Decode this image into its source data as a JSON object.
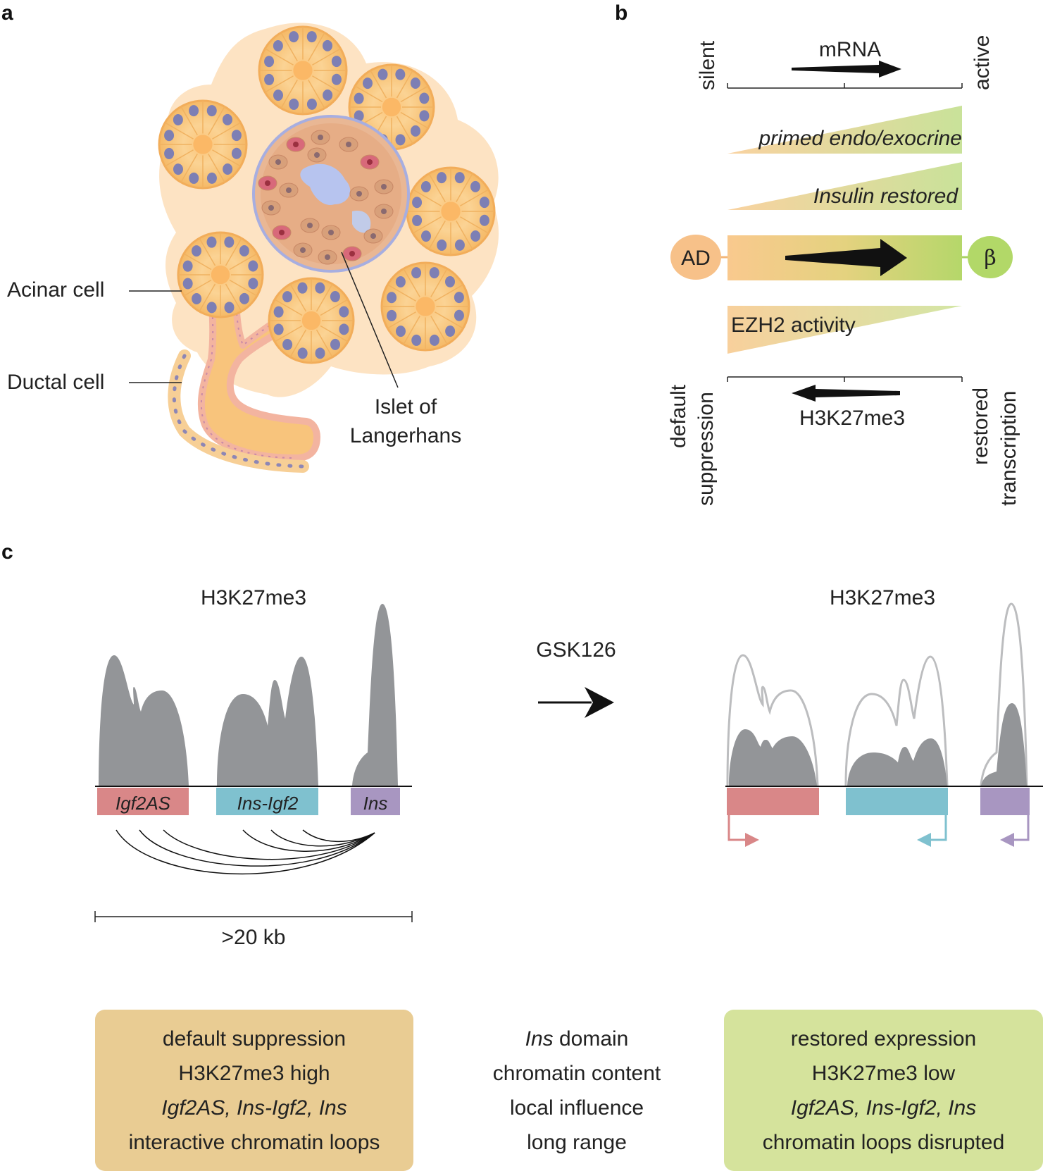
{
  "panel_a": {
    "letter": "a",
    "acinar_label": "Acinar cell",
    "ductal_label": "Ductal cell",
    "islet_label_line1": "Islet of",
    "islet_label_line2": "Langerhans"
  },
  "panel_b": {
    "letter": "b",
    "mrna_label": "mRNA",
    "silent_label": "silent",
    "active_label": "active",
    "primed_label": "primed endo/exocrine",
    "insulin_label": "Insulin restored",
    "ad_label": "AD",
    "beta_label": "β",
    "ezh2_label": "EZH2 activity",
    "h3k27me3_label": "H3K27me3",
    "default_line1": "default",
    "default_line2": "suppression",
    "restored_line1": "restored",
    "restored_line2": "transcription",
    "colors": {
      "orange": "#f9c98e",
      "green": "#b8d96a",
      "dark_green": "#a8d264"
    }
  },
  "panel_c": {
    "letter": "c",
    "left_title": "H3K27me3",
    "right_title": "H3K27me3",
    "treatment_label": "GSK126",
    "gene_igf2as": "Igf2AS",
    "gene_ins_igf2": "Ins-Igf2",
    "gene_ins": "Ins",
    "scale_label": ">20 kb",
    "colors": {
      "igf2as": "#d98788",
      "ins_igf2": "#7fc1cf",
      "ins": "#a896c1",
      "peak": "#939598"
    }
  },
  "boxes": {
    "left": {
      "line1": "default suppression",
      "line2": "H3K27me3 high",
      "line3": "Igf2AS, Ins-Igf2, Ins",
      "line4": "interactive chromatin loops"
    },
    "middle": {
      "line1_italic": "Ins",
      "line1_rest": " domain",
      "line2": "chromatin content",
      "line3": "local influence",
      "line4": "long range"
    },
    "right": {
      "line1": "restored expression",
      "line2": "H3K27me3 low",
      "line3": "Igf2AS, Ins-Igf2, Ins",
      "line4": "chromatin loops disrupted"
    }
  }
}
